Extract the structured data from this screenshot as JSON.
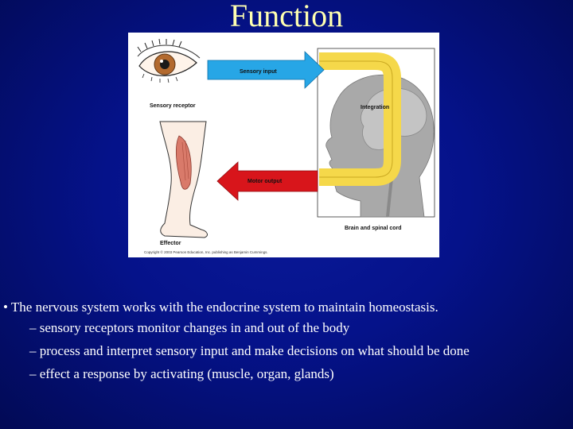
{
  "slide": {
    "title": "Function"
  },
  "figure": {
    "labels": {
      "sensory_input": "Sensory input",
      "motor_output": "Motor output",
      "integration": "Integration",
      "sensory_receptor": "Sensory receptor",
      "effector": "Effector",
      "brain_spinal_cord": "Brain and spinal cord"
    },
    "copyright": "Copyright © 2003 Pearson Education, Inc. publishing as Benjamin Cummings.",
    "colors": {
      "sensory_arrow": "#27a6e6",
      "motor_arrow": "#d8151b",
      "integration_loop": "#f5d84a",
      "head_silhouette": "#a9a9a9"
    }
  },
  "bullets": {
    "main": "• The nervous system works with the endocrine system to maintain homeostasis.",
    "subs": [
      "– sensory receptors monitor changes in and out of the body",
      "– process and interpret sensory input and make decisions on what should be done",
      "– effect a response by activating (muscle, organ, glands)"
    ]
  }
}
